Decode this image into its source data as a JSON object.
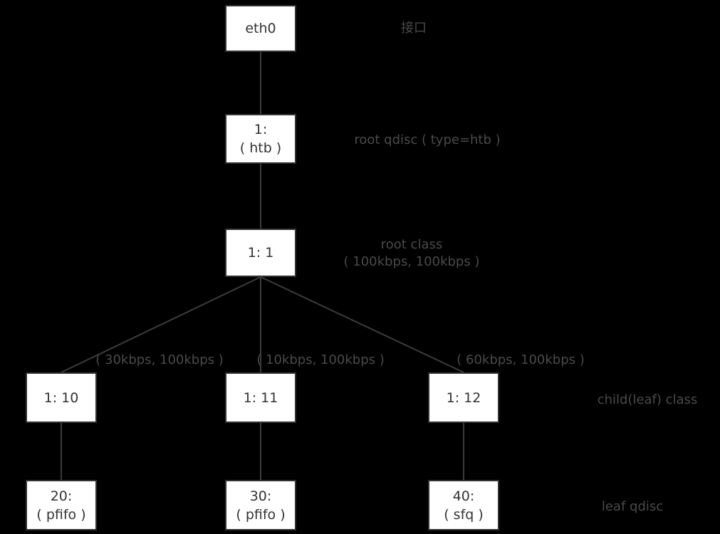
{
  "diagram": {
    "colors": {
      "background": "#000000",
      "node_fill": "#ffffff",
      "node_border": "#333333",
      "node_text": "#333333",
      "annotation_text": "#4a4a4a",
      "line": "#3c3c3c"
    },
    "nodes": [
      {
        "id": "eth0",
        "line1": "eth0",
        "line2": ""
      },
      {
        "id": "root-qdisc",
        "line1": "1:",
        "line2": "( htb )"
      },
      {
        "id": "root-class",
        "line1": "1: 1",
        "line2": ""
      },
      {
        "id": "class-1-10",
        "line1": "1: 10",
        "line2": ""
      },
      {
        "id": "class-1-11",
        "line1": "1: 11",
        "line2": ""
      },
      {
        "id": "class-1-12",
        "line1": "1: 12",
        "line2": ""
      },
      {
        "id": "leaf-qdisc-20",
        "line1": "20:",
        "line2": "( pfifo )"
      },
      {
        "id": "leaf-qdisc-30",
        "line1": "30:",
        "line2": "( pfifo )"
      },
      {
        "id": "leaf-qdisc-40",
        "line1": "40:",
        "line2": "( sfq )"
      }
    ],
    "annotations": [
      {
        "id": "interface-label",
        "line1": "接口",
        "line2": ""
      },
      {
        "id": "root-qdisc-label",
        "line1": "root qdisc ( type=htb )",
        "line2": ""
      },
      {
        "id": "root-class-label",
        "line1": "root class",
        "line2": "( 100kbps, 100kbps )"
      },
      {
        "id": "child-class-label",
        "line1": "child(leaf) class",
        "line2": ""
      },
      {
        "id": "leaf-qdisc-label",
        "line1": "leaf qdisc",
        "line2": ""
      }
    ],
    "edge_labels": [
      {
        "id": "rate-1-10",
        "text": "( 30kbps, 100kbps )"
      },
      {
        "id": "rate-1-11",
        "text": "( 10kbps, 100kbps )"
      },
      {
        "id": "rate-1-12",
        "text": "( 60kbps, 100kbps )"
      }
    ]
  }
}
